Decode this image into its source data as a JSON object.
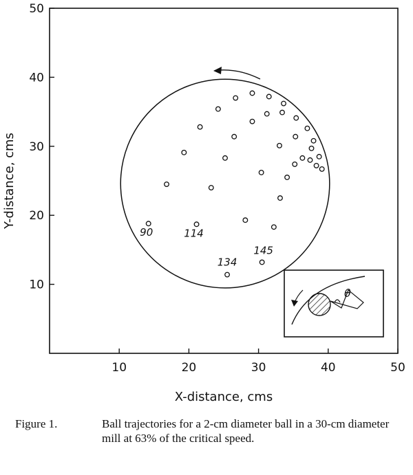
{
  "chart_data": {
    "type": "scatter",
    "xlabel": "X-distance, cms",
    "ylabel": "Y-distance, cms",
    "xlim": [
      0,
      50
    ],
    "ylim": [
      0,
      50
    ],
    "x_ticks": [
      10,
      20,
      30,
      40,
      50
    ],
    "y_ticks": [
      10,
      20,
      30,
      40,
      50
    ],
    "grid": false,
    "mill_circle": {
      "cx": 25.2,
      "cy": 24.6,
      "r": 15.0
    },
    "points": [
      {
        "x": 14.2,
        "y": 18.8,
        "label": "90"
      },
      {
        "x": 16.8,
        "y": 24.5
      },
      {
        "x": 19.3,
        "y": 29.1
      },
      {
        "x": 21.6,
        "y": 32.8
      },
      {
        "x": 24.2,
        "y": 35.4
      },
      {
        "x": 26.7,
        "y": 37.0
      },
      {
        "x": 29.1,
        "y": 37.7
      },
      {
        "x": 31.5,
        "y": 37.2
      },
      {
        "x": 33.6,
        "y": 36.2
      },
      {
        "x": 35.4,
        "y": 34.1
      },
      {
        "x": 37.0,
        "y": 32.6
      },
      {
        "x": 37.9,
        "y": 30.8
      },
      {
        "x": 37.6,
        "y": 29.7
      },
      {
        "x": 38.7,
        "y": 28.5
      },
      {
        "x": 37.4,
        "y": 28.0
      },
      {
        "x": 36.3,
        "y": 28.3
      },
      {
        "x": 38.3,
        "y": 27.2
      },
      {
        "x": 39.1,
        "y": 26.7
      },
      {
        "x": 35.2,
        "y": 27.4
      },
      {
        "x": 34.1,
        "y": 25.5
      },
      {
        "x": 35.3,
        "y": 31.4
      },
      {
        "x": 33.4,
        "y": 34.9
      },
      {
        "x": 31.2,
        "y": 34.7
      },
      {
        "x": 29.1,
        "y": 33.6
      },
      {
        "x": 26.5,
        "y": 31.4
      },
      {
        "x": 25.2,
        "y": 28.3
      },
      {
        "x": 33.0,
        "y": 30.1
      },
      {
        "x": 30.4,
        "y": 26.2
      },
      {
        "x": 23.2,
        "y": 24.0
      },
      {
        "x": 33.1,
        "y": 22.5
      },
      {
        "x": 21.1,
        "y": 18.7,
        "label": "114"
      },
      {
        "x": 28.1,
        "y": 19.3
      },
      {
        "x": 32.2,
        "y": 18.3
      },
      {
        "x": 30.5,
        "y": 13.2,
        "label": "145"
      },
      {
        "x": 25.5,
        "y": 11.4,
        "label": "134"
      }
    ],
    "rotation_arrow": "counterclockwise",
    "inset_label": "θ"
  },
  "caption": {
    "number": "Figure 1.",
    "text": "Ball trajectories for a 2-cm diameter ball in a 30-cm diameter mill at 63% of the critical speed."
  }
}
